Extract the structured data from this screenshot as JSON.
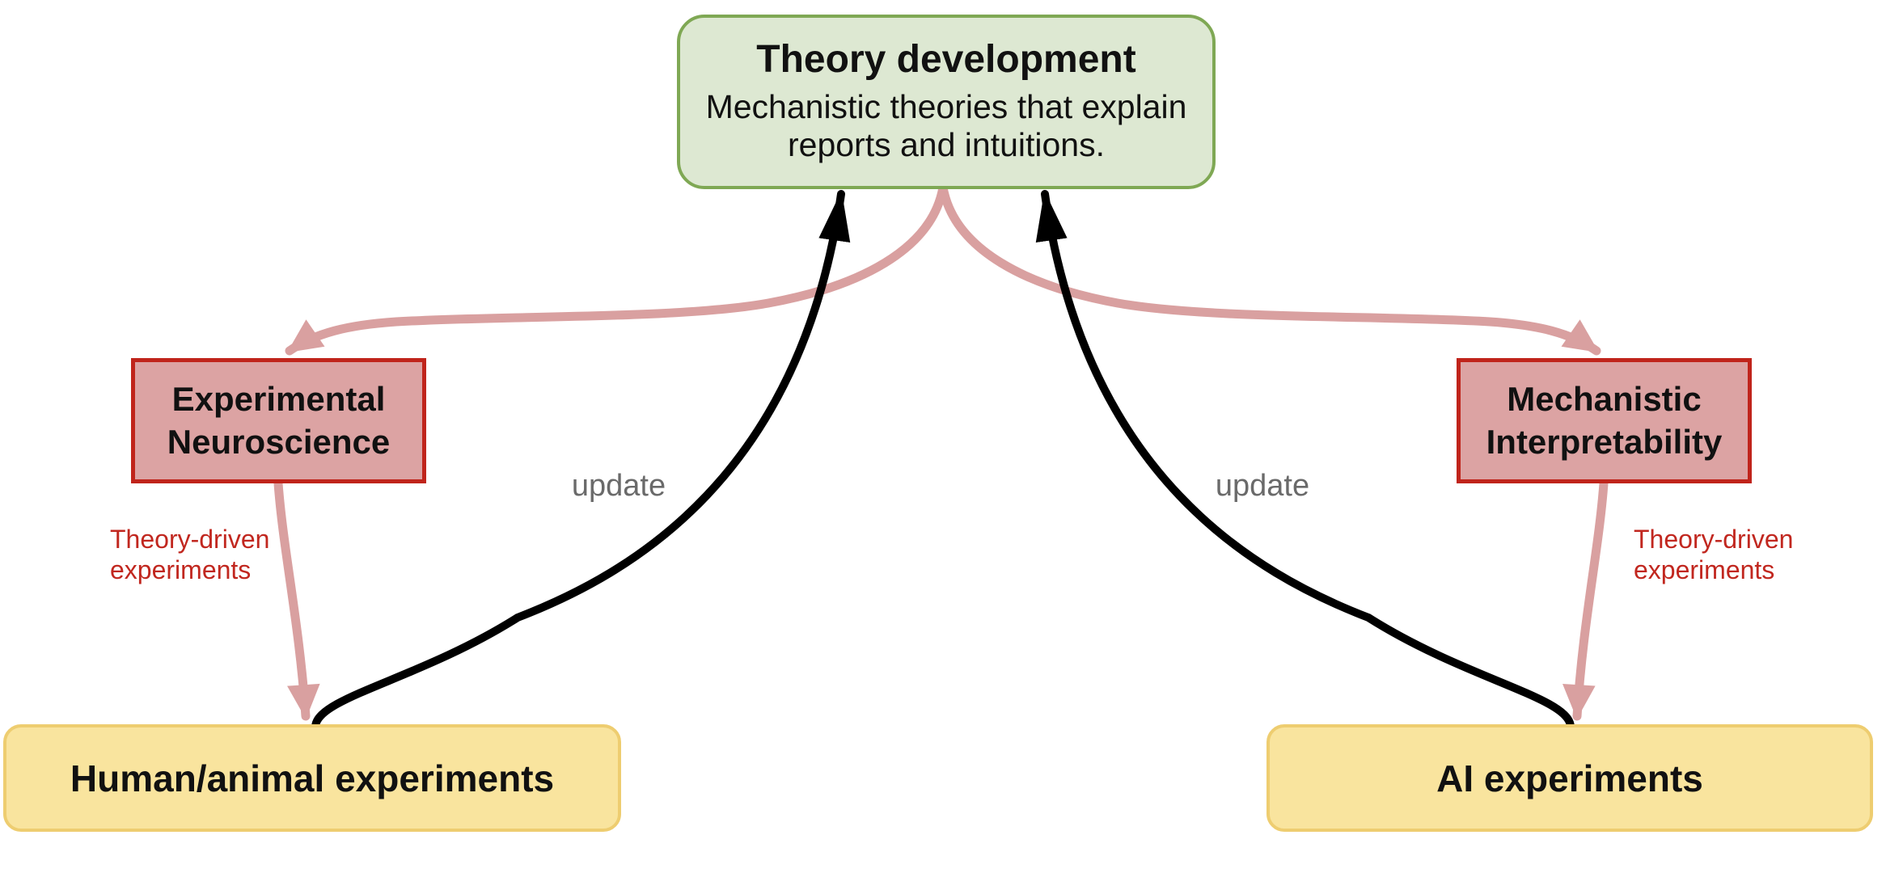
{
  "diagram": {
    "description": "Flow diagram linking theory development to experiments in neuroscience and AI interpretability",
    "nodes": {
      "theory": {
        "title": "Theory development",
        "subtitle": "Mechanistic theories that explain reports and intuitions.",
        "subtitle_lines": [
          "Mechanistic theories that explain",
          "reports and intuitions."
        ],
        "fill": "#dde8d2",
        "border": "#7fa854"
      },
      "experimental_neuroscience": {
        "label": "Experimental Neuroscience",
        "label_lines": [
          "Experimental",
          "Neuroscience"
        ],
        "fill": "#dca3a3",
        "border": "#c0241b"
      },
      "mechanistic_interpretability": {
        "label": "Mechanistic Interpretability",
        "label_lines": [
          "Mechanistic",
          "Interpretability"
        ],
        "fill": "#dca3a3",
        "border": "#c0241b"
      },
      "human_animal_experiments": {
        "label": "Human/animal experiments",
        "fill": "#f9e49e",
        "border": "#eecd70"
      },
      "ai_experiments": {
        "label": "AI experiments",
        "fill": "#f9e49e",
        "border": "#eecd70"
      }
    },
    "edge_labels": {
      "update_left": "update",
      "update_right": "update",
      "theory_driven_left": [
        "Theory-driven",
        "experiments"
      ],
      "theory_driven_right": [
        "Theory-driven",
        "experiments"
      ]
    },
    "edges": [
      {
        "from": "theory",
        "to": "experimental_neuroscience",
        "color": "#d9a0a0",
        "label": ""
      },
      {
        "from": "theory",
        "to": "mechanistic_interpretability",
        "color": "#d9a0a0",
        "label": ""
      },
      {
        "from": "experimental_neuroscience",
        "to": "human_animal_experiments",
        "color": "#d9a0a0",
        "label": "Theory-driven experiments"
      },
      {
        "from": "mechanistic_interpretability",
        "to": "ai_experiments",
        "color": "#d9a0a0",
        "label": "Theory-driven experiments"
      },
      {
        "from": "human_animal_experiments",
        "to": "theory",
        "color": "#000000",
        "label": "update"
      },
      {
        "from": "ai_experiments",
        "to": "theory",
        "color": "#000000",
        "label": "update"
      }
    ],
    "colors": {
      "pink_arrow": "#d9a0a0",
      "black_arrow": "#000000",
      "update_text": "#6a6a6a",
      "theory_driven_text": "#c1271f",
      "background": "#ffffff"
    }
  }
}
